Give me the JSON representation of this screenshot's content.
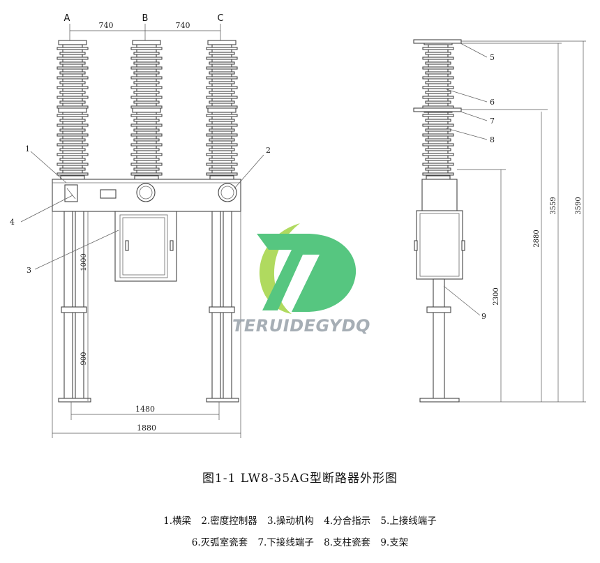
{
  "phases": [
    "A",
    "B",
    "C"
  ],
  "dimensions": {
    "phase_spacing_ab": "740",
    "phase_spacing_bc": "740",
    "height_1000": "1000",
    "height_900": "900",
    "base_1480": "1480",
    "width_1880": "1880",
    "height_2300": "2300",
    "height_2880": "2880",
    "height_3559": "3559",
    "height_3590": "3590"
  },
  "callouts": [
    "1",
    "2",
    "3",
    "4",
    "5",
    "6",
    "7",
    "8",
    "9"
  ],
  "caption": "图1-1  LW8-35AG型断路器外形图",
  "legend_row1": [
    "1.横梁",
    "2.密度控制器",
    "3.操动机构",
    "4.分合指示",
    "5.上接线端子"
  ],
  "legend_row2": [
    "6.灭弧室瓷套",
    "7.下接线端子",
    "8.支柱瓷套",
    "9.支架"
  ],
  "watermark": {
    "text": "TERUIDEGYDQ",
    "colors": {
      "green": "#3fbf6f",
      "lime": "#a6d64a",
      "gray": "#9aa3ab"
    }
  }
}
